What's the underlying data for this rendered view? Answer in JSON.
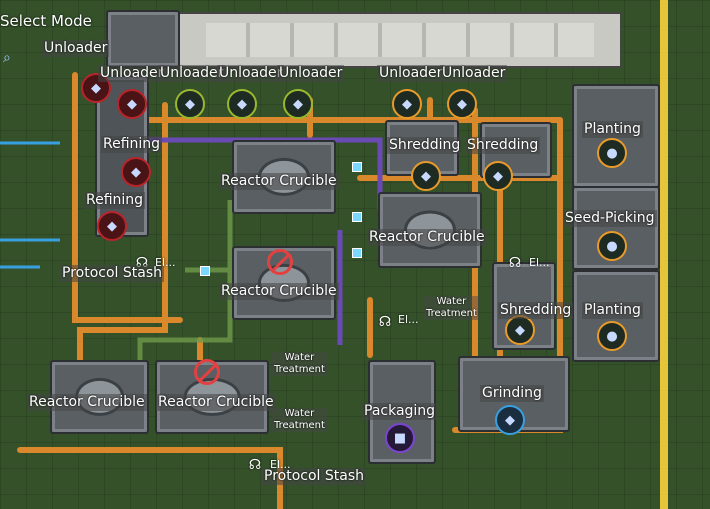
{
  "hud": {
    "mode_title": "Select Mode"
  },
  "colors": {
    "ground": "#34512a",
    "pipe": "#d9882b",
    "belt_purple": "#6a4bb3",
    "light_green": "#6f9a4a",
    "selection_blue": "#39a0e0"
  },
  "labels": {
    "unloader_top": "Unloader",
    "unloader_1": "Unloader",
    "unloader_2": "Unloader",
    "unloader_3": "Unloader",
    "unloader_4": "Unloader",
    "unloader_5": "Unloader",
    "unloader_6": "Unloader",
    "refining_1": "Refining",
    "refining_2": "Refining",
    "protocol_stash_1": "Protocol Stash",
    "protocol_stash_2": "Protocol Stash",
    "el_1": "El...",
    "el_2": "El...",
    "el_3": "El...",
    "el_4": "El...",
    "reactor_crucible_1": "Reactor Crucible",
    "reactor_crucible_2": "Reactor Crucible",
    "reactor_crucible_3": "Reactor Crucible",
    "reactor_crucible_4": "Reactor Crucible",
    "reactor_crucible_5": "Reactor Crucible",
    "shredding_1": "Shredding",
    "shredding_2": "Shredding",
    "shredding_3": "Shredding",
    "planting_1": "Planting",
    "planting_2": "Planting",
    "seed_picking": "Seed-Picking",
    "water_treatment_1": "Water\nTreatment",
    "water_treatment_2": "Water\nTreatment",
    "water_treatment_3": "Water\nTreatment",
    "packaging": "Packaging",
    "grinding": "Grinding"
  },
  "icons": [
    "select-mode-icon",
    "unloader-node-icon",
    "reactor-crucible-icon",
    "warning-disabled-icon",
    "wireless-signal-icon",
    "water-drop-icon",
    "planter-icon",
    "grinder-icon"
  ]
}
